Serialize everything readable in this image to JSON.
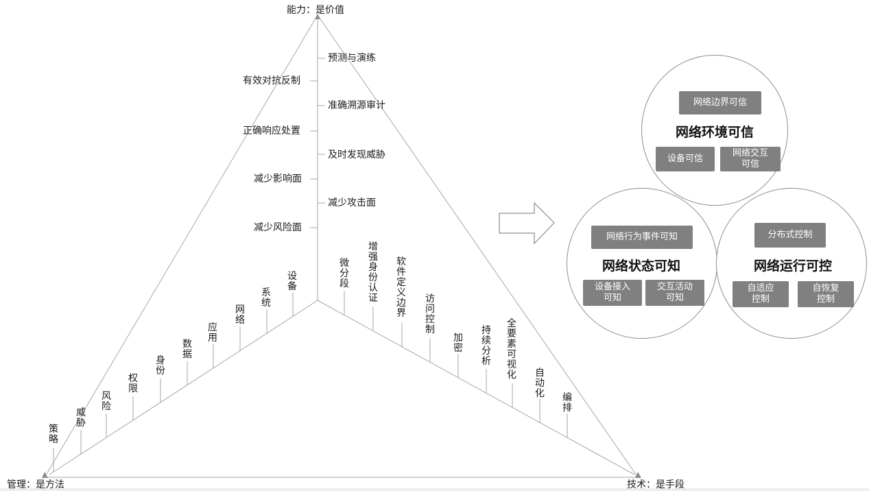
{
  "apex": {
    "top": "能力：是价值",
    "bottom_left": "管理：是方法",
    "bottom_right": "技术：是手段"
  },
  "center_axis": {
    "left": [
      "有效对抗反制",
      "正确响应处置",
      "减少影响面",
      "减少风险面"
    ],
    "right": [
      "预测与演练",
      "准确溯源审计",
      "及时发现威胁",
      "减少攻击面"
    ]
  },
  "management_items": [
    "策略",
    "威胁",
    "风险",
    "权限",
    "身份",
    "数据",
    "应用",
    "网络",
    "系统",
    "设备"
  ],
  "technology_items": [
    "微分段",
    "增强身份认证",
    "软件定义边界",
    "访问控制",
    "加密",
    "持续分析",
    "全要素可视化",
    "自动化",
    "编排"
  ],
  "arrow": {
    "icon": "right-arrow-outline-icon"
  },
  "circles": {
    "env": {
      "title": "网络环境可信",
      "top_pill": "网络边界可信",
      "pills": [
        "设备可信",
        "网络交互\n可信"
      ]
    },
    "state": {
      "title": "网络状态可知",
      "top_pill": "网络行为事件可知",
      "pills": [
        "设备接入\n可知",
        "交互活动\n可知"
      ]
    },
    "run": {
      "title": "网络运行可控",
      "top_pill": "分布式控制",
      "pills": [
        "自适应\n控制",
        "自恢复\n控制"
      ]
    }
  },
  "colors": {
    "line": "#999999",
    "pill": "#808080",
    "circle_border": "#8c8c8c"
  }
}
